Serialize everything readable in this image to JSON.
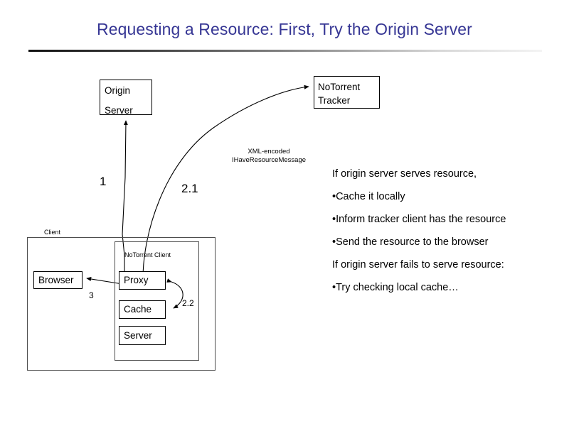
{
  "slide": {
    "title": "Requesting a Resource: First, Try the Origin Server"
  },
  "diagram": {
    "nodes": {
      "origin_server": {
        "line1": "Origin",
        "line2": "Server"
      },
      "tracker": {
        "line1": "NoTorrent",
        "line2": "Tracker"
      },
      "client_group": "Client",
      "notorrent_group": "NoTorrent Client",
      "browser": "Browser",
      "proxy": "Proxy",
      "cache": "Cache",
      "server": "Server"
    },
    "steps": {
      "step1": "1",
      "step21": "2.1",
      "step22": "2.2",
      "step3": "3"
    },
    "message_annotation": {
      "line1": "XML-encoded",
      "line2": "IHaveResourceMessage"
    },
    "colors": {
      "title": "#363694",
      "stroke": "#000000",
      "group_stroke": "#4d4d4d",
      "background": "#ffffff"
    }
  },
  "notes": [
    {
      "text": "If origin server serves resource,",
      "bullet": false
    },
    {
      "text": "Cache it locally",
      "bullet": true
    },
    {
      "text": "Inform tracker client has the resource",
      "bullet": true
    },
    {
      "text": "Send the resource to the browser",
      "bullet": true
    },
    {
      "text": "If origin server fails to serve resource:",
      "bullet": false
    },
    {
      "text": "Try checking local cache…",
      "bullet": true
    }
  ]
}
